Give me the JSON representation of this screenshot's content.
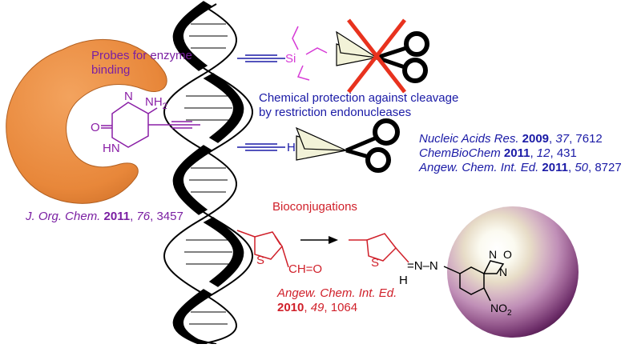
{
  "labels": {
    "enzyme_probe": [
      "Probes for enzyme",
      "binding"
    ],
    "protection": [
      "Chemical protection against cleavage",
      "by restriction endonucleases"
    ],
    "bioconjugations": "Bioconjugations"
  },
  "atoms": {
    "nh2": "NH",
    "nh2_sub": "2",
    "o": "O",
    "hn": "HN",
    "n": "N",
    "si": "Si",
    "h": "H",
    "s": "S",
    "cho": "CH=O",
    "imine_n": "=N–N",
    "ring_n": "N",
    "ring_o": "O",
    "no2": "NO",
    "no2_sub": "2"
  },
  "references": {
    "joc": {
      "journal": "J. Org. Chem.",
      "year": "2011",
      "volume": "76",
      "page": "3457"
    },
    "blue_refs": [
      {
        "journal": "Nucleic Acids Res.",
        "year": "2009",
        "volume": "37",
        "page": "7612"
      },
      {
        "journal": "ChemBioChem",
        "year": "2011",
        "volume": "12",
        "page": "431"
      },
      {
        "journal": "Angew. Chem. Int. Ed.",
        "year": "2011",
        "volume": "50",
        "page": "8727"
      }
    ],
    "angew_2010": {
      "journal": "Angew. Chem. Int. Ed.",
      "year": "2010",
      "volume": "49",
      "page": "1064"
    }
  },
  "colors": {
    "enzyme": "#e8873a",
    "probe": "#8a1fa6",
    "silyl": "#d63ad6",
    "alkyne": "#1a1aa6",
    "bioconj": "#d0202a",
    "cross": "#e8321e"
  },
  "icons": [
    "dna-double-helix",
    "enzyme-blob",
    "scissors-icon",
    "crossed-out-scissors-icon",
    "reaction-arrow",
    "fluorescent-sphere"
  ]
}
